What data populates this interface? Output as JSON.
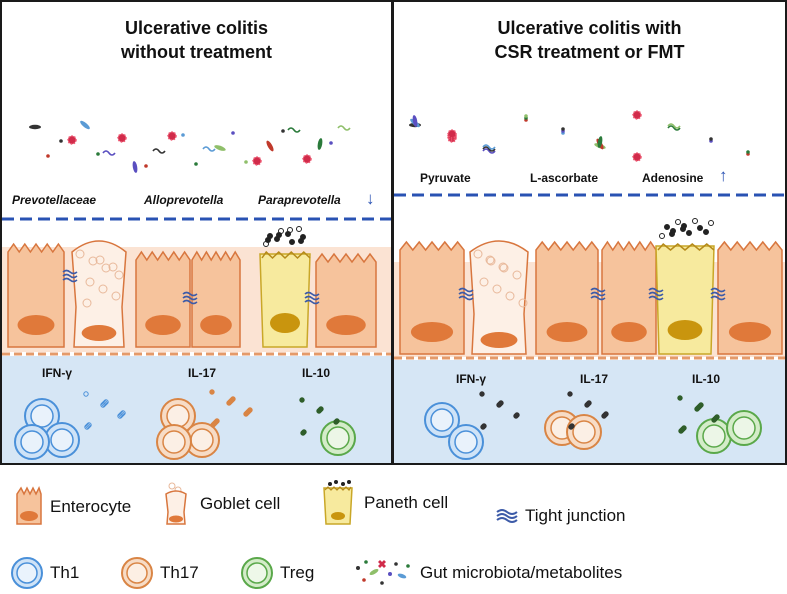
{
  "panels": {
    "left": {
      "title_line1": "Ulcerative colitis",
      "title_line2": "without treatment",
      "bacteria": [
        "Prevotellaceae",
        "Alloprevotella",
        "Paraprevotella"
      ],
      "trend_arrow": "↓",
      "cytokines": [
        "IFN-γ",
        "IL-17",
        "IL-10"
      ]
    },
    "right": {
      "title_line1": "Ulcerative colitis with",
      "title_line2": "CSR treatment or FMT",
      "metabolites": [
        "Pyruvate",
        "L-ascorbate",
        "Adenosine"
      ],
      "trend_arrow": "↑",
      "cytokines": [
        "IFN-γ",
        "IL-17",
        "IL-10"
      ]
    }
  },
  "legend": {
    "enterocyte": "Enterocyte",
    "goblet_cell": "Goblet cell",
    "paneth_cell": "Paneth cell",
    "tight_junction": "Tight junction",
    "th1": "Th1",
    "th17": "Th17",
    "treg": "Treg",
    "gut_microbiota": "Gut microbiota/metabolites"
  },
  "colors": {
    "enterocyte_fill": "#f6c39c",
    "enterocyte_stroke": "#d8763e",
    "nucleus": "#e0793a",
    "paneth_fill": "#f3e08a",
    "paneth_stroke": "#c9a728",
    "paneth_nucleus": "#c9950e",
    "th1": "#4a90d9",
    "th17": "#d98545",
    "treg": "#5aa84a",
    "barrier_line": "#2952b3",
    "lamina": "#d6e6f5",
    "tight_junction": "#3d5ba8"
  }
}
